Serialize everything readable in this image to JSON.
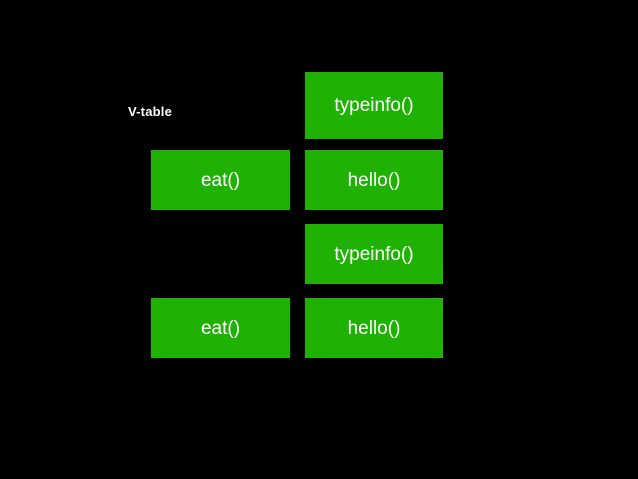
{
  "slide": {
    "background_color": "#000000",
    "box_color": "#1fb204",
    "text_color": "#ffffff",
    "label": "V-table",
    "left_column": {
      "boxes": [
        {
          "label": "eat()"
        },
        {
          "label": "eat()"
        }
      ]
    },
    "right_column": {
      "boxes": [
        {
          "label": "typeinfo()"
        },
        {
          "label": "hello()"
        },
        {
          "label": "typeinfo()"
        },
        {
          "label": "hello()"
        }
      ]
    }
  }
}
